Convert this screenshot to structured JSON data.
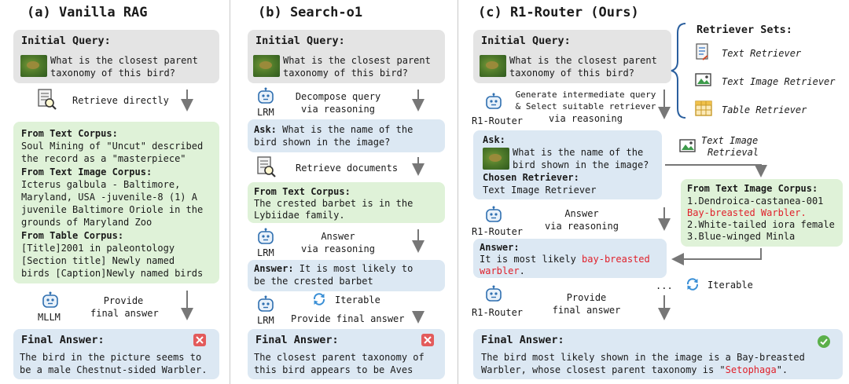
{
  "panel_a": {
    "title": "(a) Vanilla RAG",
    "initial_query_label": "Initial Query:",
    "query_line1": "What is the closest parent",
    "query_line2": "taxonomy of this bird?",
    "retrieve_label": "Retrieve directly",
    "corpus_lines": [
      {
        "text": "From Text Corpus:",
        "bold": true
      },
      {
        "text": "Soul Mining of \"Uncut\" described",
        "bold": false
      },
      {
        "text": "the record as a \"masterpiece\"",
        "bold": false
      },
      {
        "text": "From Text Image Corpus:",
        "bold": true
      },
      {
        "text": "Icterus galbula - Baltimore,",
        "bold": false
      },
      {
        "text": "Maryland, USA -juvenile-8 (1) A",
        "bold": false
      },
      {
        "text": "juvenile Baltimore Oriole in the",
        "bold": false
      },
      {
        "text": "grounds of Maryland Zoo",
        "bold": false
      },
      {
        "text": "From Table Corpus:",
        "bold": true
      },
      {
        "text": "[Title]2001 in paleontology",
        "bold": false
      },
      {
        "text": "[Section title] Newly named",
        "bold": false
      },
      {
        "text": "birds [Caption]Newly named birds",
        "bold": false
      }
    ],
    "model_label": "MLLM",
    "provide_line1": "Provide",
    "provide_line2": "final answer",
    "final_label": "Final Answer:",
    "final_line1": "The bird in the picture seems to",
    "final_line2": "be a male Chestnut-sided Warbler."
  },
  "panel_b": {
    "title": "(b) Search-o1",
    "initial_query_label": "Initial Query:",
    "query_line1": "What is the closest parent",
    "query_line2": "taxonomy of this bird?",
    "model_label": "LRM",
    "decompose_line1": "Decompose query",
    "decompose_line2": "via reasoning",
    "ask_label": "Ask:",
    "ask_line1": " What is the name of the",
    "ask_line2": "bird shown in the image?",
    "retrieve_label": "Retrieve documents",
    "corpus_label": "From Text Corpus:",
    "corpus_line1": "The crested barbet is in the",
    "corpus_line2": "Lybiidae family.",
    "answer_step_line1": "Answer",
    "answer_step_line2": "via reasoning",
    "answer_label": "Answer:",
    "answer_line1": " It is most likely to",
    "answer_line2": "be the crested barbet",
    "iterable_label": "Iterable",
    "provide_label": "Provide final answer",
    "final_label": "Final Answer:",
    "final_line1": "The closest parent taxonomy of",
    "final_line2": "this bird appears to be Aves"
  },
  "panel_c": {
    "title": "(c) R1-Router (Ours)",
    "initial_query_label": "Initial Query:",
    "query_line1": "What is the closest parent",
    "query_line2": "taxonomy of this bird?",
    "retriever_sets_label": "Retriever Sets:",
    "retrievers": [
      "Text Retriever",
      "Text Image Retriever",
      "Table Retriever"
    ],
    "model_label": "R1-Router",
    "generate_line1": "Generate intermediate query",
    "generate_line2": "& Select suitable retriever",
    "generate_line3": "via reasoning",
    "ask_label": "Ask:",
    "ask_line1": "What is the name of the",
    "ask_line2": "bird shown in the image?",
    "chosen_label": "Chosen Retriever:",
    "chosen_value": "Text Image Retriever",
    "tir_line1": "Text Image",
    "tir_line2": "Retrieval",
    "corpus_label": "From Text Image Corpus:",
    "corpus_line1": "1.Dendroica-castanea-001",
    "corpus_line2_red": "Bay-breasted Warbler.",
    "corpus_line3": "2.White-tailed iora female",
    "corpus_line4": "3.Blue-winged Minla",
    "answer_step_line1": "Answer",
    "answer_step_line2": "via reasoning",
    "answer_label": "Answer:",
    "answer_line1_pre": "It is most likely ",
    "answer_line1_red": "bay-breasted",
    "answer_line2_red": "warbler",
    "answer_line2_post": ".",
    "ellipsis": "...",
    "iterable_label": "Iterable",
    "provide_line1": "Provide",
    "provide_line2": "final answer",
    "final_label": "Final Answer:",
    "final_line1": "The bird most likely shown in the image is a Bay-breasted",
    "final_line2_pre": "Warbler, whose closest parent taxonomy is \"",
    "final_line2_red": "Setophaga",
    "final_line2_post": "\"."
  },
  "colors": {
    "gray_box": "#e4e4e4",
    "blue_box": "#dce8f3",
    "green_box": "#dff2d8",
    "highlight_red": "#e0202a",
    "wrong_badge": "#e35b5b",
    "correct_badge": "#5bb04a",
    "arrow": "#777777"
  },
  "icons": [
    "bird-thumbnail",
    "document-search-icon",
    "robot-icon",
    "refresh-icon",
    "text-doc-icon",
    "image-icon",
    "table-icon",
    "cross-badge-icon",
    "check-badge-icon"
  ]
}
